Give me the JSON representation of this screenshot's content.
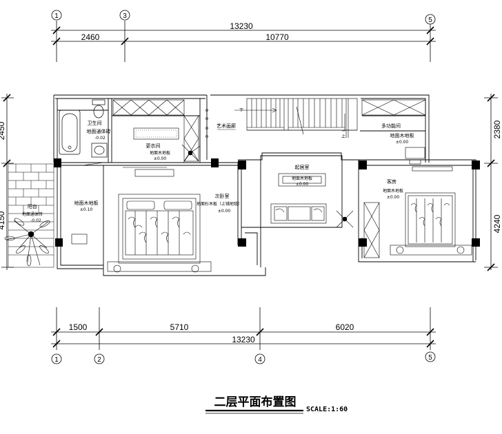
{
  "dimensions": {
    "top_total": "13230",
    "top_segments": [
      "2460",
      "10770"
    ],
    "bottom_total": "13230",
    "bottom_segments": [
      "1500",
      "5710",
      "6020"
    ],
    "left_upper": "2450",
    "left_lower": "4150",
    "right_upper": "2380",
    "right_lower": "4240"
  },
  "axes": {
    "top": [
      "1",
      "3",
      "5"
    ],
    "bottom": [
      "1",
      "2",
      "4",
      "5"
    ]
  },
  "rooms": {
    "bathroom": {
      "name": "卫生间",
      "floor": "地面通体砖",
      "level": "-0.02"
    },
    "cloakroom": {
      "name": "更衣间",
      "floor": "地面木地板",
      "level": "±0.00"
    },
    "art_gallery": {
      "name": "艺术画廊"
    },
    "multi": {
      "name": "多功能间",
      "floor": "地面木地板",
      "level": "±0.00"
    },
    "living": {
      "name": "起居室",
      "floor": "地面木地板",
      "level": "±0.00"
    },
    "balcony": {
      "name": "阳台",
      "floor": "地面通体砖",
      "level": "-0.02"
    },
    "master": {
      "floor": "地面木地板",
      "level": "±0.10"
    },
    "second": {
      "name": "次卧室",
      "floor": "地面杉木板（上铺地毯）",
      "level": "±0.00"
    },
    "guest": {
      "name": "客房",
      "floor": "地面木地板",
      "level": "±0.00"
    }
  },
  "stairs": {
    "down": "下",
    "up": "上"
  },
  "drawing_title": "二层平面布置图",
  "scale": "SCALE:1:60"
}
